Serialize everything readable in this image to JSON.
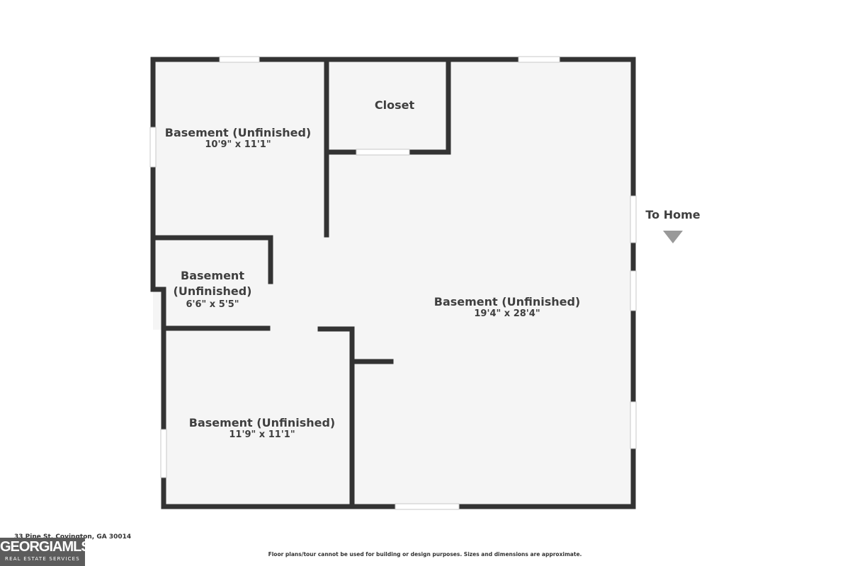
{
  "colors": {
    "wall": "#333333",
    "floor": "#f5f5f5",
    "window": "#ffffff",
    "text": "#3f3f3f",
    "arrow": "#999999",
    "logo_bg": "#5c5c5c"
  },
  "rooms": [
    {
      "name": "Basement (Unfinished)",
      "dims": "10'9\" x 11'1\""
    },
    {
      "name": "Closet",
      "dims": ""
    },
    {
      "name": "Basement\n(Unfinished)",
      "dims": "6'6\" x 5'5\""
    },
    {
      "name": "Basement (Unfinished)",
      "dims": "19'4\" x 28'4\""
    },
    {
      "name": "Basement (Unfinished)",
      "dims": "11'9\" x 11'1\""
    }
  ],
  "to_home": {
    "label": "To Home",
    "icon": "down-triangle-icon"
  },
  "footer": {
    "address": "33 Pine St, Covington, GA 30014",
    "disclaimer": "Floor plans/tour cannot be used for building or design purposes. Sizes and dimensions are approximate.",
    "logo_main": "GEORGIAMLS",
    "logo_sub": "REAL ESTATE SERVICES"
  }
}
